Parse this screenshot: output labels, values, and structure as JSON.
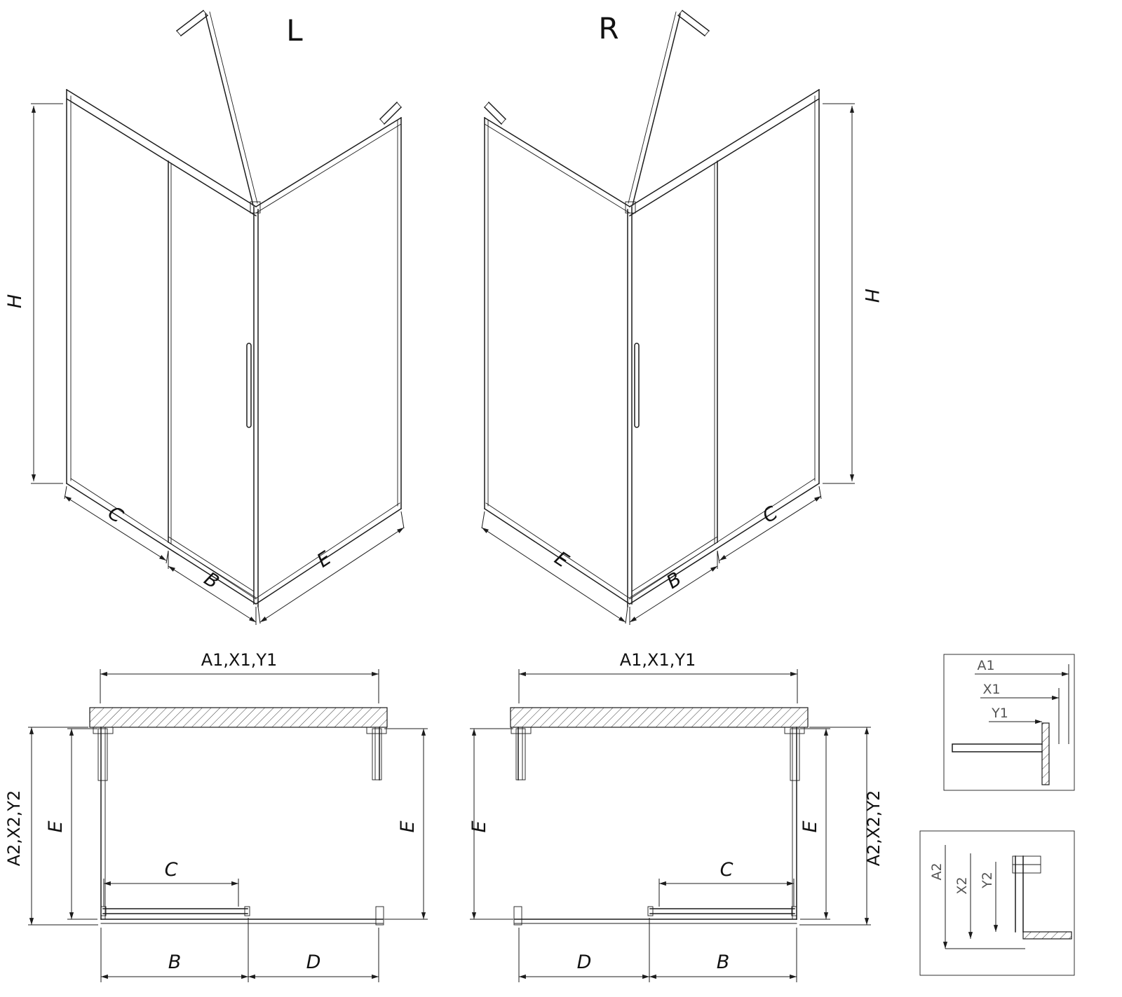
{
  "canvas": {
    "background": "#ffffff",
    "line_color": "#1c1c1c",
    "detail_label_color": "#555555"
  },
  "iso_left": {
    "variant": "L",
    "height": "H",
    "fixed_panel": "C",
    "door": "B",
    "side_panel": "E"
  },
  "iso_right": {
    "variant": "R",
    "height": "H",
    "fixed_panel": "C",
    "door": "B",
    "side_panel": "E"
  },
  "plan_left": {
    "width_top": "A1,X1,Y1",
    "depth_outer": "A2,X2,Y2",
    "depth_left": "E",
    "depth_right": "E",
    "opening": "C",
    "door": "B",
    "fixed": "D"
  },
  "plan_right": {
    "width_top": "A1,X1,Y1",
    "depth_outer": "A2,X2,Y2",
    "depth_left": "E",
    "depth_right": "E",
    "opening": "C",
    "door": "B",
    "fixed": "D"
  },
  "detail_top": {
    "dim_a": "A1",
    "dim_x": "X1",
    "dim_y": "Y1"
  },
  "detail_bottom": {
    "dim_a": "A2",
    "dim_x": "X2",
    "dim_y": "Y2"
  }
}
